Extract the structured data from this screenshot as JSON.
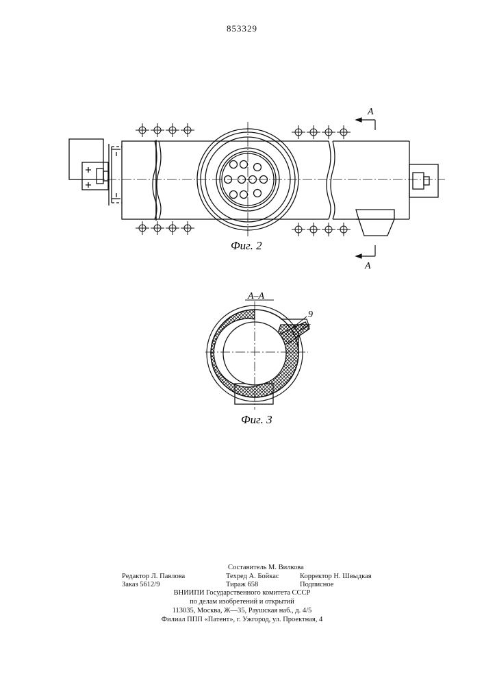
{
  "document": {
    "patent_number": "853329",
    "figures": [
      {
        "caption": "Фиг. 2",
        "section_marks": [
          "A",
          "A"
        ]
      },
      {
        "caption": "Фиг. 3",
        "section_label": "А–А",
        "callout": "9"
      }
    ],
    "colophon": {
      "compiler": "Составитель М. Вилкова",
      "editor": "Редактор Л. Павлова",
      "techred": "Техред А. Бойкас",
      "corrector": "Корректор Н. Швыдкая",
      "order": "Заказ 5612/9",
      "circulation": "Тираж 658",
      "subscription": "Подписное",
      "org_line_1": "ВНИИПИ  Государственного  комитета  СССР",
      "org_line_2": "по  делам  изобретений  и  открытий",
      "address": "113035,  Москва,  Ж—35,  Раушская  наб.,  д.  4/5",
      "branch": "Филиал  ППП  «Патент»,  г.  Ужгород,  ул.  Проектная,  4"
    }
  }
}
